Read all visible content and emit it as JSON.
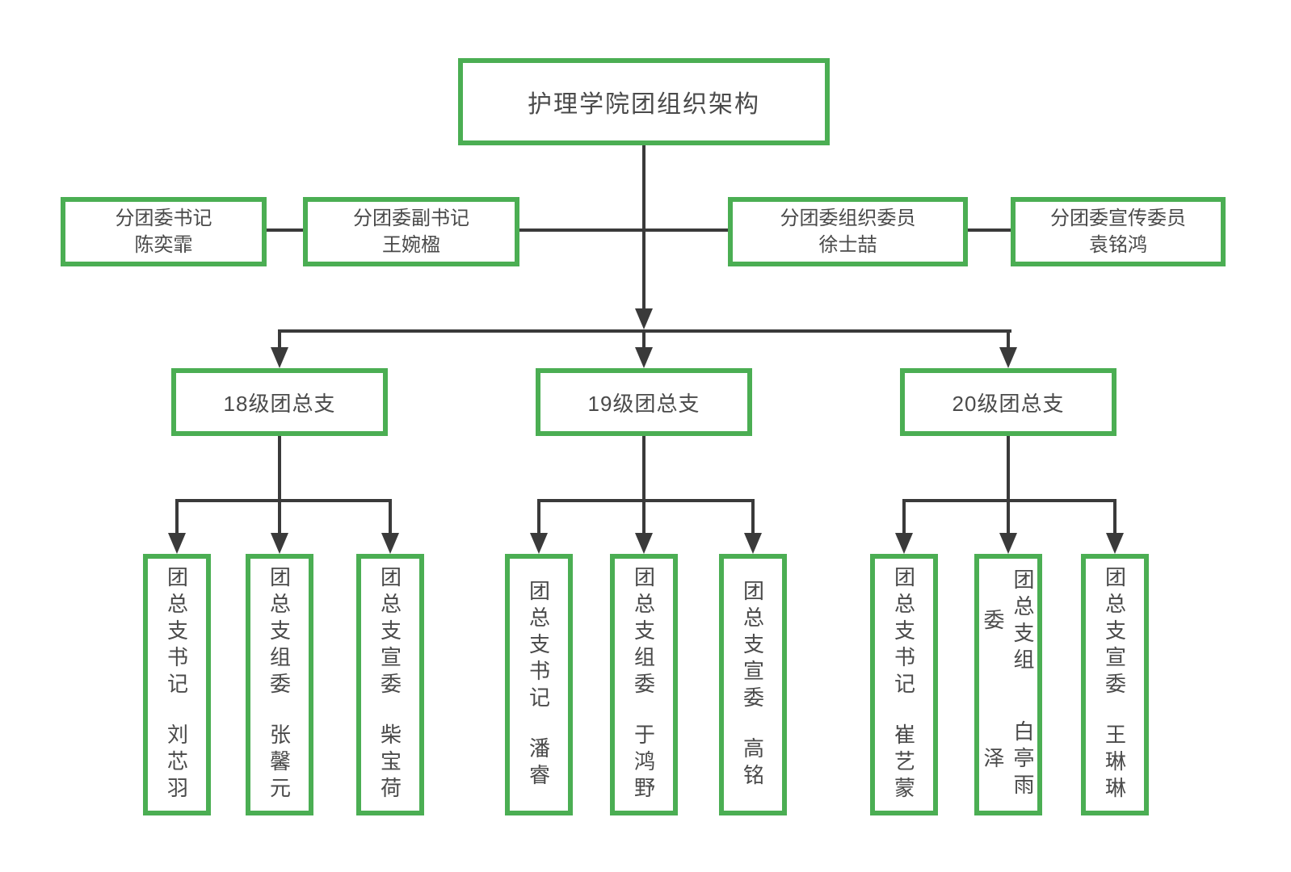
{
  "title": "护理学院团组织架构",
  "colors": {
    "border_green": "#4bae53",
    "line_dark": "#3a3a3a",
    "text": "#4a4a4a"
  },
  "committee": [
    {
      "role": "分团委书记",
      "name": "陈奕霏"
    },
    {
      "role": "分团委副书记",
      "name": "王婉楹"
    },
    {
      "role": "分团委组织委员",
      "name": "徐士喆"
    },
    {
      "role": "分团委宣传委员",
      "name": "袁铭鸿"
    }
  ],
  "branches": [
    {
      "label": "18级团总支",
      "members": [
        {
          "role": "团总支书记",
          "name": "刘芯羽"
        },
        {
          "role": "团总支组委",
          "name": "张馨元"
        },
        {
          "role": "团总支宣委",
          "name": "柴宝荷"
        }
      ]
    },
    {
      "label": "19级团总支",
      "members": [
        {
          "role": "团总支书记",
          "name": "潘睿"
        },
        {
          "role": "团总支组委",
          "name": "于鸿野"
        },
        {
          "role": "团总支宣委",
          "name": "高铭"
        }
      ]
    },
    {
      "label": "20级团总支",
      "members": [
        {
          "role": "团总支书记",
          "name": "崔艺蒙"
        },
        {
          "role": "团总支组委",
          "name": "白亭雨泽"
        },
        {
          "role": "团总支宣委",
          "name": "王琳琳"
        }
      ]
    }
  ]
}
